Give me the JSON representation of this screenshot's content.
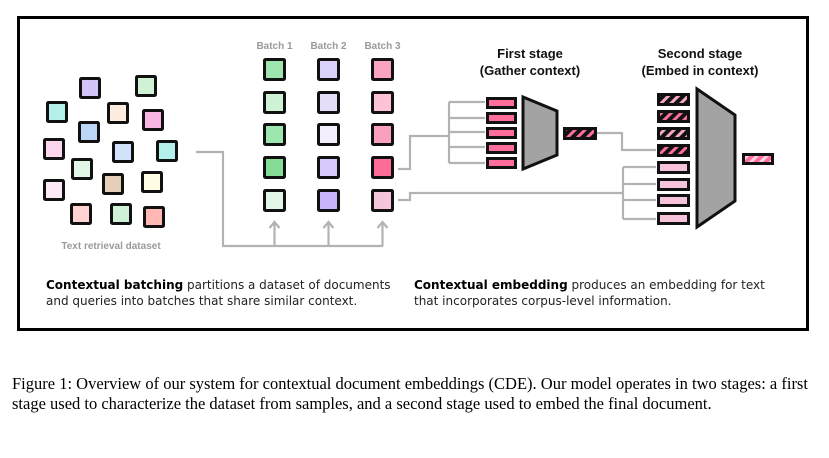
{
  "diagram": {
    "dataset_label": "Text retrieval dataset",
    "dataset_squares": [
      {
        "color": "#d3c4fa"
      },
      {
        "color": "#cdf2d6"
      },
      {
        "color": "#b3f0ec"
      },
      {
        "color": "#fdede0"
      },
      {
        "color": "#f8b4e2"
      },
      {
        "color": "#bcd6f5"
      },
      {
        "color": "#fcd6ee"
      },
      {
        "color": "#d2e4fb"
      },
      {
        "color": "#b3efeb"
      },
      {
        "color": "#e3f7e6"
      },
      {
        "color": "#e6cfb9"
      },
      {
        "color": "#fffde3"
      },
      {
        "color": "#fdeaf6"
      },
      {
        "color": "#ffd3d2"
      },
      {
        "color": "#cff2d6"
      },
      {
        "color": "#ffb8b3"
      }
    ],
    "batches": [
      {
        "label": "Batch 1",
        "colors": [
          "#9ee6ae",
          "#cdf2d6",
          "#9de6ad",
          "#84dc96",
          "#e3f7e6"
        ]
      },
      {
        "label": "Batch 2",
        "colors": [
          "#dcd1fb",
          "#e5def9",
          "#f3effc",
          "#d6c8fb",
          "#c8b4fb"
        ]
      },
      {
        "label": "Batch 3",
        "colors": [
          "#fba3c3",
          "#fcc3d8",
          "#f99fc0",
          "#fb6c98",
          "#f7c5da"
        ]
      }
    ],
    "first_stage": {
      "title_line1": "First stage",
      "title_line2": "(Gather context)",
      "input_color": "#fd6e9a",
      "encoder_color": "#a3a3a3"
    },
    "second_stage": {
      "title_line1": "Second stage",
      "title_line2": "(Embed in context)",
      "doc_color": "#f6c3da",
      "encoder_color": "#a3a3a3",
      "output_color": "#f8a0bf"
    },
    "connector_color": "#b3b3b3"
  },
  "descriptions": {
    "batching_bold": "Contextual batching",
    "batching_rest": " partitions a dataset of documents and queries into batches that share similar context.",
    "embedding_bold": "Contextual embedding",
    "embedding_rest": " produces an embedding for text that incorporates corpus-level information."
  },
  "caption": "Figure 1: Overview of our system for contextual document embeddings (CDE). Our model operates in two stages: a first stage used to characterize the dataset from samples, and a second stage used to embed the final document."
}
